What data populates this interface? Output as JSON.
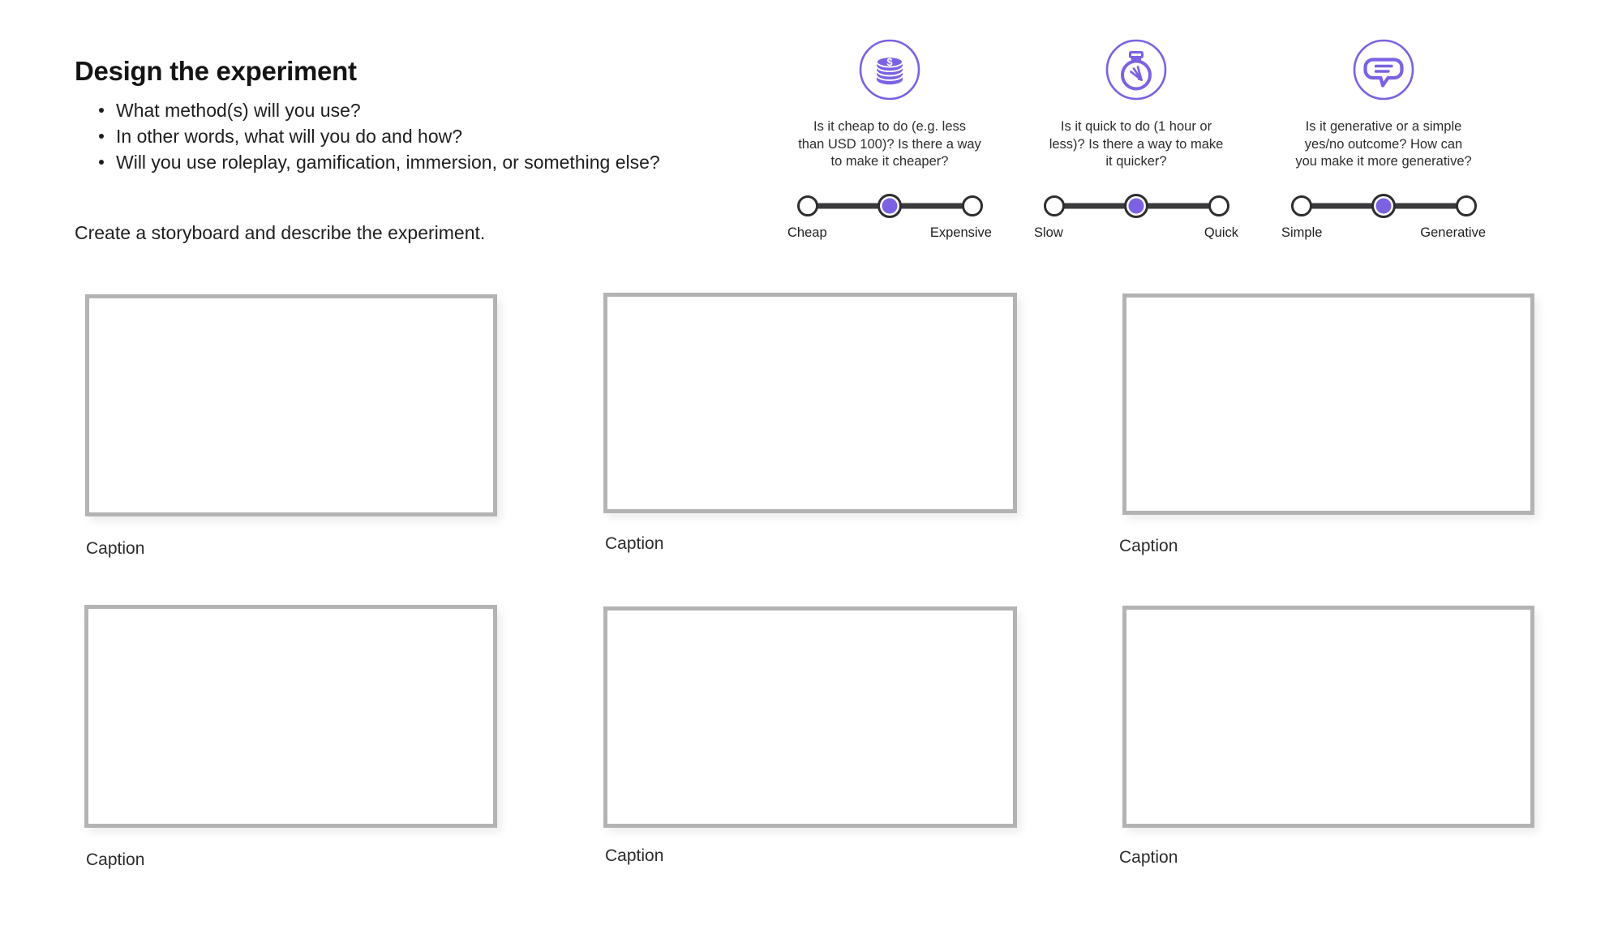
{
  "page": {
    "title": "Design the experiment",
    "bullets": [
      "What method(s) will you use?",
      "In other words, what will you do and how?",
      "Will you use roleplay, gamification, immersion, or something else?"
    ],
    "instruction": "Create a storyboard and describe the experiment."
  },
  "criteria": [
    {
      "icon": "coins-icon",
      "icon_glyph": "$",
      "question": "Is it cheap to do (e.g. less\nthan USD 100)? Is there a way\nto make it cheaper?",
      "slider": {
        "left_label": "Cheap",
        "right_label": "Expensive",
        "position": "middle"
      }
    },
    {
      "icon": "stopwatch-icon",
      "question": "Is it quick to do (1 hour or\nless)? Is there a way to make\nit quicker?",
      "slider": {
        "left_label": "Slow",
        "right_label": "Quick",
        "position": "middle"
      }
    },
    {
      "icon": "speech-bubble-icon",
      "question": "Is it generative or a simple\nyes/no outcome? How can\nyou make it more generative?",
      "slider": {
        "left_label": "Simple",
        "right_label": "Generative",
        "position": "middle"
      }
    }
  ],
  "storyboard": {
    "frames": [
      {
        "caption": "Caption"
      },
      {
        "caption": "Caption"
      },
      {
        "caption": "Caption"
      },
      {
        "caption": "Caption"
      },
      {
        "caption": "Caption"
      },
      {
        "caption": "Caption"
      }
    ]
  },
  "colors": {
    "accent_purple": "#7B62E2",
    "slider_track": "#3A3A3C",
    "dot_border": "#2E2E30",
    "frame_border": "#B3B3B3"
  }
}
